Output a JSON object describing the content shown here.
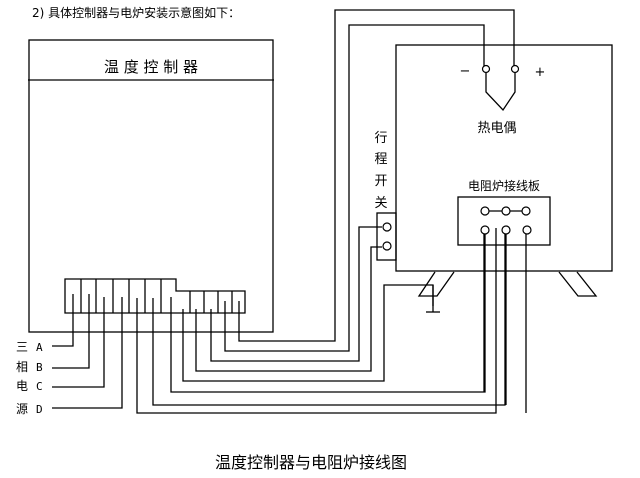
{
  "intro_text": "2) 具体控制器与电炉安装示意图如下：",
  "controller": {
    "title": "温 度 控 制 器",
    "terminal_count": 11
  },
  "power_source": {
    "labels": [
      {
        "char": "三",
        "phase": "A"
      },
      {
        "char": "相",
        "phase": "B"
      },
      {
        "char": "电",
        "phase": "C"
      },
      {
        "char": "源",
        "phase": "D"
      }
    ]
  },
  "furnace": {
    "thermocouple": {
      "label": "热电偶",
      "minus": "−",
      "plus": "+"
    },
    "limit_switch": {
      "chars": [
        "行",
        "程",
        "开",
        "关"
      ]
    },
    "terminal_board": {
      "label": "电阻炉接线板"
    }
  },
  "caption": "温度控制器与电阻炉接线图"
}
